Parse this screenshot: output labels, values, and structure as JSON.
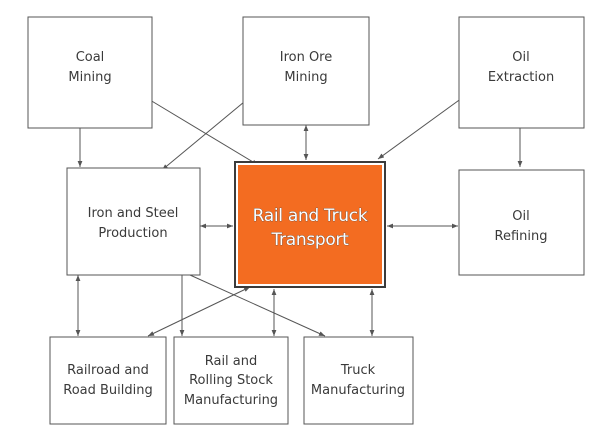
{
  "nodes": {
    "coal_mining": {
      "line1": "Coal",
      "line2": "Mining"
    },
    "iron_ore_mining": {
      "line1": "Iron Ore",
      "line2": "Mining"
    },
    "oil_extraction": {
      "line1": "Oil",
      "line2": "Extraction"
    },
    "iron_steel": {
      "line1": "Iron and Steel",
      "line2": "Production"
    },
    "rail_truck": {
      "line1": "Rail and Truck",
      "line2": "Transport"
    },
    "oil_refining": {
      "line1": "Oil",
      "line2": "Refining"
    },
    "railroad_building": {
      "line1": "Railroad and",
      "line2": "Road Building"
    },
    "rolling_stock": {
      "line1": "Rail and",
      "line2": "Rolling Stock",
      "line3": "Manufacturing"
    },
    "truck_manufacturing": {
      "line1": "Truck",
      "line2": "Manufacturing"
    }
  },
  "colors": {
    "center_fill": "#f36c21",
    "center_border": "#3b3b3b",
    "box_border": "#555555",
    "text": "#3a3a3a"
  }
}
